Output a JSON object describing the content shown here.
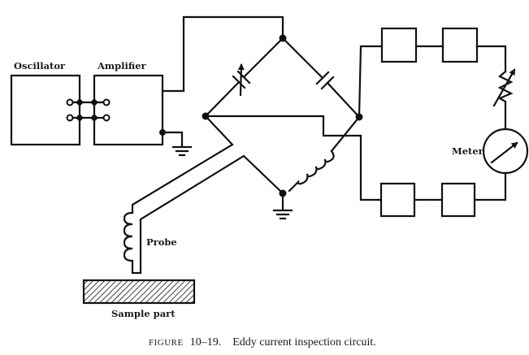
{
  "labels": {
    "oscillator": "Oscillator",
    "amplifier": "Amplifier",
    "probe": "Probe",
    "sample_part": "Sample part",
    "meter": "Meter"
  },
  "caption": {
    "figure_label": "FIGURE",
    "figure_number": "10–19.",
    "text": "Eddy current inspection circuit."
  },
  "components": {
    "bridge_arms": [
      "variable-capacitor",
      "capacitor",
      "inductor-coil",
      "probe-lead"
    ],
    "output_chain_top": [
      "block",
      "block",
      "variable-resistor"
    ],
    "output_chain_bottom": [
      "block",
      "block"
    ],
    "indicator": "meter"
  }
}
